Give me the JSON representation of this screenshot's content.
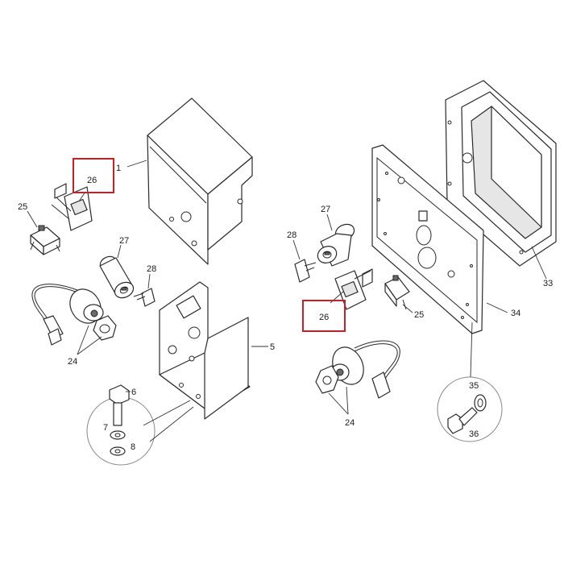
{
  "diagram": {
    "callouts_left": {
      "c1": "1",
      "c5": "5",
      "c6": "6",
      "c7": "7",
      "c8": "8",
      "c24": "24",
      "c25": "25",
      "c26": "26",
      "c27": "27",
      "c28": "28"
    },
    "callouts_right": {
      "c24": "24",
      "c25": "25",
      "c26": "26",
      "c27": "27",
      "c28": "28",
      "c33": "33",
      "c34": "34",
      "c35": "35",
      "c36": "36"
    },
    "highlight_color": "#c8202b"
  }
}
